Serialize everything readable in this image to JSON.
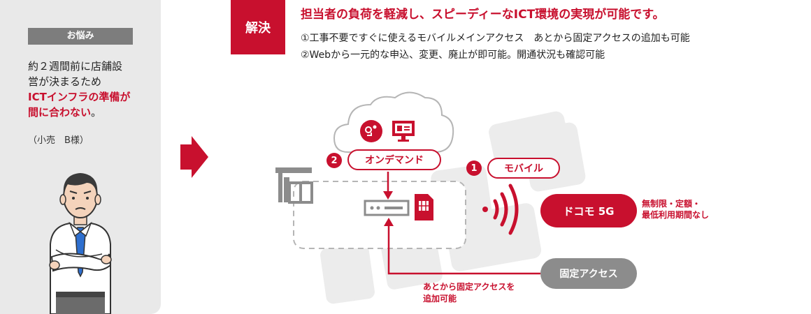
{
  "worry": {
    "badge": "お悩み",
    "text_line1": "約２週間前に店舗設",
    "text_line2": "営が決まるため",
    "text_red1": "ICTインフラの準備が",
    "text_red2": "間に合わない",
    "text_end": "。",
    "customer": "（小売　B様）"
  },
  "solution": {
    "badge": "解決",
    "title": "担当者の負荷を軽減し、スピーディーなICT環境の実現が可能です。",
    "point1": "①工事不要ですぐに使えるモバイルメインアクセス　あとから固定アクセスの追加も可能",
    "point2": "②Webから一元的な申込、変更、廃止が即可能。開通状況も確認可能"
  },
  "diagram": {
    "ondemand_num": "2",
    "ondemand_label": "オンデマンド",
    "mobile_num": "1",
    "mobile_label": "モバイル",
    "docomo_label": "ドコモ 5G",
    "docomo_note1": "無制限・定額・",
    "docomo_note2": "最低利用期間なし",
    "fixed_label": "固定アクセス",
    "fixed_note1": "あとから固定アクセスを",
    "fixed_note2": "追加可能"
  },
  "colors": {
    "accent": "#c8102e",
    "gray": "#8c8c8c",
    "panel": "#e9e9e9"
  },
  "icons": [
    "worried-person-icon",
    "right-arrow-icon",
    "cloud-icon",
    "settings-flow-icon",
    "monitor-icon",
    "shop-icon",
    "router-icon",
    "sim-card-icon",
    "signal-waves-icon"
  ]
}
